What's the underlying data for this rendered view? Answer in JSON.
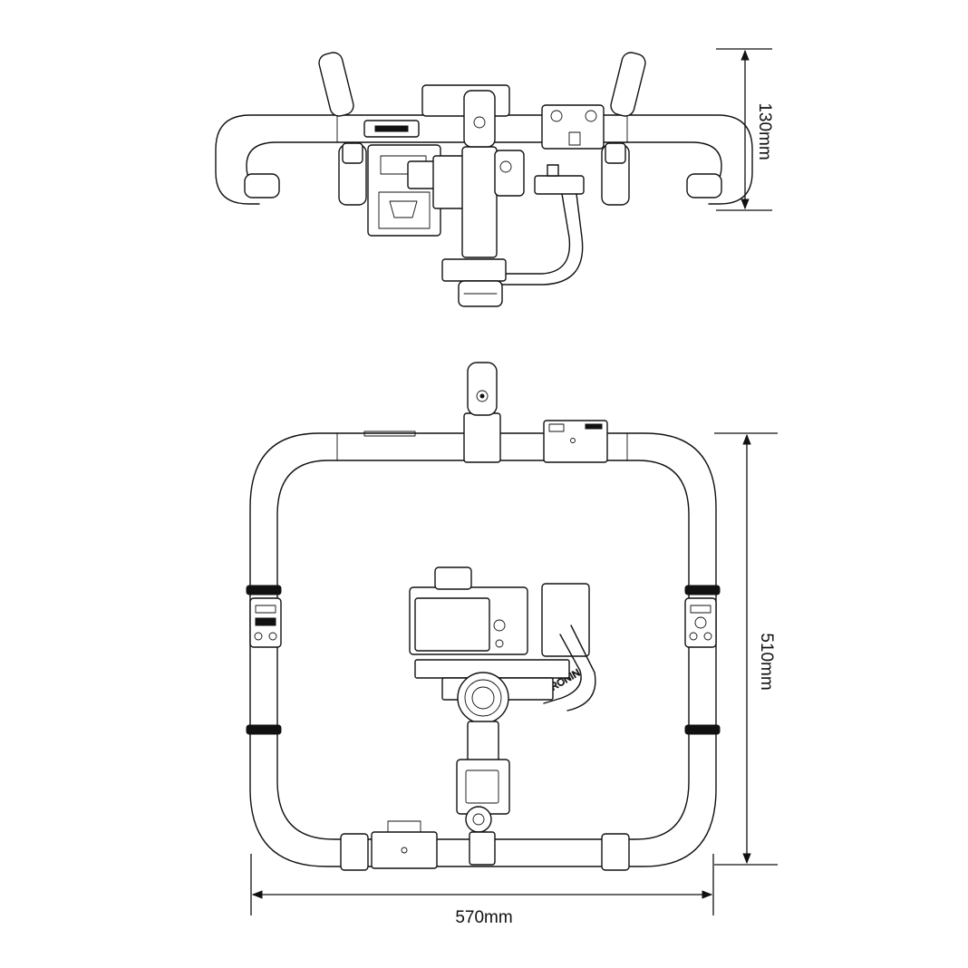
{
  "dimensions": {
    "depth_label": "130mm",
    "height_label": "510mm",
    "width_label": "570mm"
  },
  "brand_mark": "RONIN"
}
